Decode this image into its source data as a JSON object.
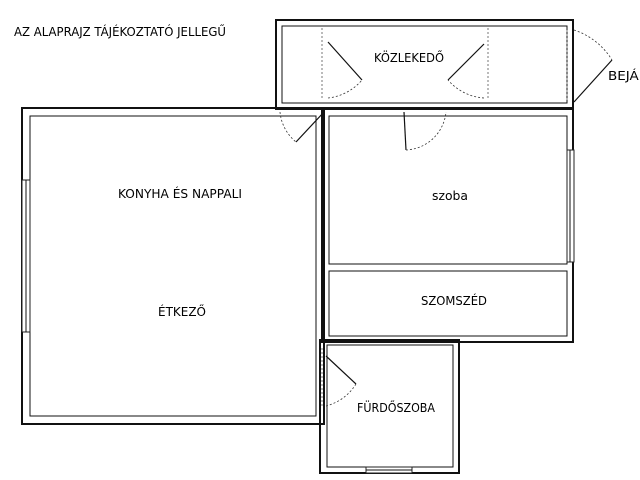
{
  "note": "AZ ALAPRAJZ TÁJÉKOZTATÓ JELLEGŰ",
  "rooms": {
    "kozlekedo": "KÖZLEKEDŐ",
    "bejarat": "BEJÁRAT",
    "konyha": "KONYHA ÉS NAPPALI",
    "etkezo": "ÉTKEZŐ",
    "szoba": "szoba",
    "szomszed": "SZOMSZÉD",
    "furdo": "FÜRDŐSZOBA"
  }
}
